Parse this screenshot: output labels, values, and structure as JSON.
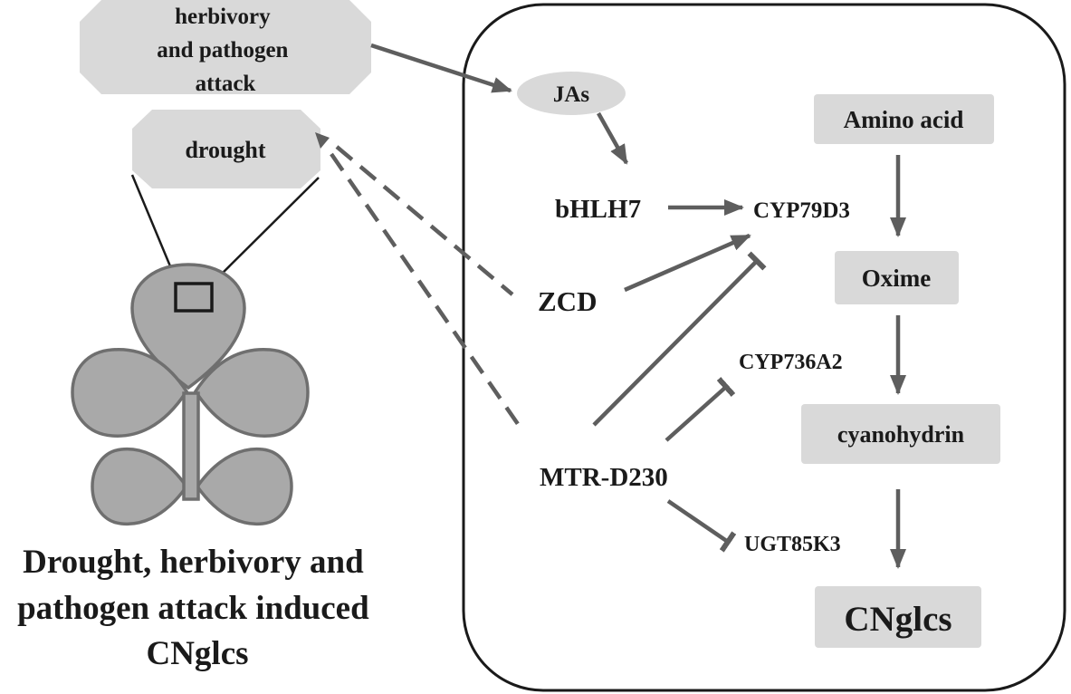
{
  "stimuli": {
    "herbivory_lines": [
      "herbivory",
      "and pathogen",
      "attack"
    ],
    "drought": "drought"
  },
  "regulators": {
    "jas": "JAs",
    "bhlh7": "bHLH7",
    "zcd": "ZCD",
    "mtr": "MTR-D230"
  },
  "genes": {
    "cyp79d3": "CYP79D3",
    "cyp736a2": "CYP736A2",
    "ugt85k3": "UGT85K3"
  },
  "pathway": {
    "amino_acid": "Amino acid",
    "oxime": "Oxime",
    "cyanohydrin": "cyanohydrin",
    "cnglcs": "CNglcs"
  },
  "caption_lines": [
    "Drought, herbivory and",
    "pathogen attack induced",
    "CNglcs"
  ],
  "colors": {
    "box_fill": "#d9d9d9",
    "arrow": "#5e5e5e",
    "plant_fill": "#a9a9a9",
    "text": "#1a1a1a"
  }
}
